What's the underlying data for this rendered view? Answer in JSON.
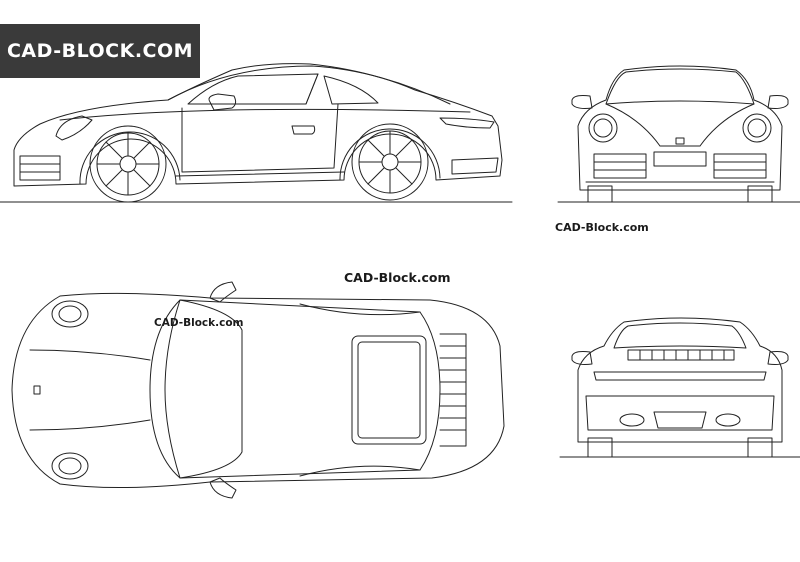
{
  "branding": {
    "logo_text": "CAD-BLOCK.COM"
  },
  "watermarks": {
    "front_view": "CAD-Block.com",
    "top_view_1": "CAD-Block.com",
    "top_view_2": "CAD-Block.com"
  },
  "colors": {
    "line": "#222222",
    "logo_background": "#3a3a3a",
    "logo_text": "#ffffff",
    "background": "#ffffff"
  },
  "views": [
    "side-view",
    "front-view",
    "top-view",
    "rear-view"
  ]
}
